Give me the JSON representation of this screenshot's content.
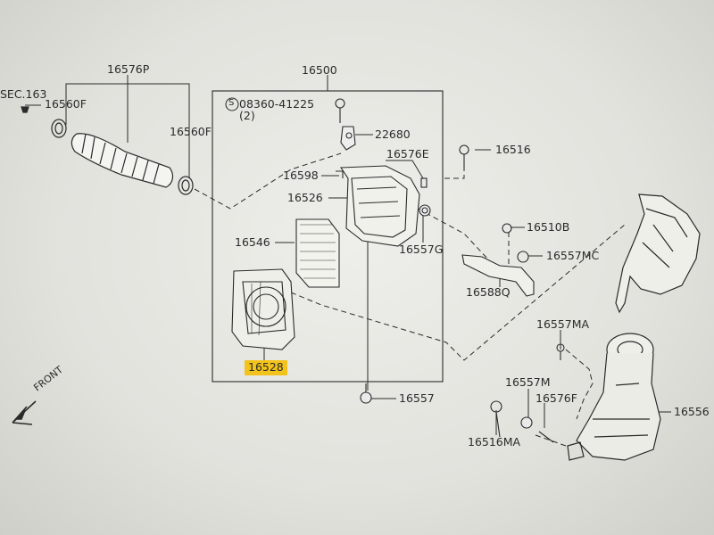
{
  "parts": {
    "sec163": "SEC.163",
    "p16576P": "16576P",
    "p16560F_left": "16560F",
    "p16560F_right": "16560F",
    "p16500": "16500",
    "bolt_code": "08360-41225",
    "bolt_qty": "(2)",
    "p22680": "22680",
    "p16516": "16516",
    "p16576E": "16576E",
    "p16598": "16598",
    "p16526": "16526",
    "p16546": "16546",
    "p16557G": "16557G",
    "p16510B": "16510B",
    "p16557MC": "16557MC",
    "p16588Q": "16588Q",
    "p16528": "16528",
    "p16557MA": "16557MA",
    "p16557": "16557",
    "p16557M": "16557M",
    "p16576F": "16576F",
    "p16516MA": "16516MA",
    "p16556": "16556"
  },
  "front_label": "FRONT",
  "bolt_symbol": "S",
  "colors": {
    "highlight": "#f2c21d",
    "ink": "#2a2a2a",
    "paper": "#e6e6e1"
  }
}
